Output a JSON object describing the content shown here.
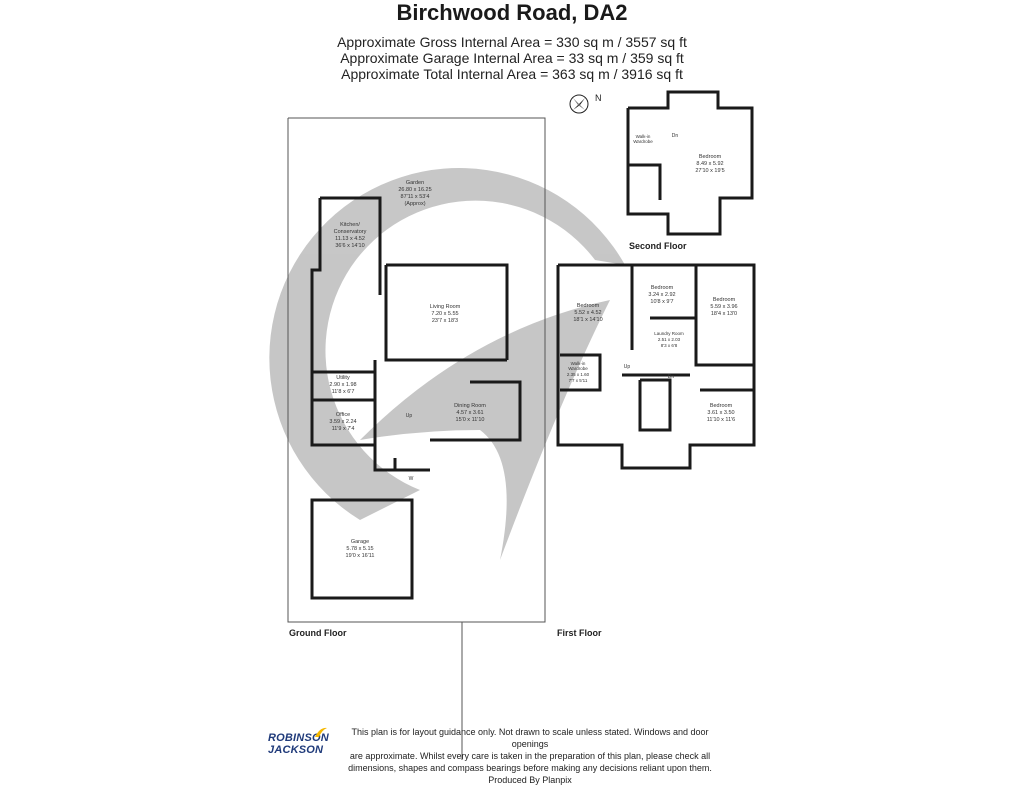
{
  "title": "Birchwood Road, DA2",
  "areas": [
    "Approximate Gross Internal Area = 330 sq m / 3557 sq ft",
    "Approximate Garage Internal Area = 33 sq m / 359 sq ft",
    "Approximate Total Internal Area = 363 sq m / 3916 sq ft"
  ],
  "compass_label": "N",
  "floors": {
    "ground": "Ground Floor",
    "first": "First Floor",
    "second": "Second Floor"
  },
  "rooms": {
    "garden": {
      "name": "Garden",
      "l1": "26.80 x 16.25",
      "l2": "87'11 x 53'4",
      "l3": "(Approx)"
    },
    "kitchen": {
      "name": "Kitchen/",
      "name2": "Conservatory",
      "l1": "11.13 x 4.52",
      "l2": "36'6 x 14'10"
    },
    "living": {
      "name": "Living Room",
      "l1": "7.20 x 5.55",
      "l2": "23'7 x 18'3"
    },
    "utility": {
      "name": "Utility",
      "l1": "2.90 x 1.98",
      "l2": "11'8 x 6'7"
    },
    "office": {
      "name": "Office",
      "l1": "3.59 x 2.24",
      "l2": "11'9 x 7'4"
    },
    "dining": {
      "name": "Dining Room",
      "l1": "4.57 x 3.61",
      "l2": "15'0 x 11'10"
    },
    "garage": {
      "name": "Garage",
      "l1": "5.78 x 5.15",
      "l2": "19'0 x 16'11"
    },
    "bed_ff1": {
      "name": "Bedroom",
      "l1": "5.52 x 4.52",
      "l2": "18'1 x 14'10"
    },
    "bed_ff2": {
      "name": "Bedroom",
      "l1": "3.24 x 2.92",
      "l2": "10'8 x 9'7"
    },
    "bed_ff3": {
      "name": "Bedroom",
      "l1": "5.59 x 3.96",
      "l2": "18'4 x 13'0"
    },
    "laundry": {
      "name": "Laundry Room",
      "l1": "2.51 x 2.03",
      "l2": "8'3 x 6'8"
    },
    "walkin_ff": {
      "name": "Walk-in",
      "name2": "Wardrobe",
      "l1": "2.35 x 1.60",
      "l2": "7'7 x 5'11"
    },
    "bed_ff4": {
      "name": "Bedroom",
      "l1": "3.61 x 3.50",
      "l2": "11'10 x 11'6"
    },
    "walkin_sf": {
      "name": "Walk-in",
      "name2": "Wardrobe"
    },
    "bed_sf": {
      "name": "Bedroom",
      "l1": "8.49 x 5.92",
      "l2": "27'10 x 19'5"
    }
  },
  "marks": {
    "up": "Up",
    "dn": "Dn",
    "w": "W"
  },
  "disclaimer": [
    "This plan is for layout guidance only. Not drawn to scale unless stated. Windows and door openings",
    "are approximate. Whilst every care is taken in the preparation of this plan, please check all",
    "dimensions, shapes and compass bearings before making any decisions reliant upon them.",
    "Produced By Planpix"
  ],
  "logo": [
    "ROBINSON",
    "JACKSON"
  ],
  "colors": {
    "watermark": "#b9b9b9",
    "wall": "#1a1a1a",
    "logo": "#1f3a7a",
    "accent": "#f5b800"
  }
}
